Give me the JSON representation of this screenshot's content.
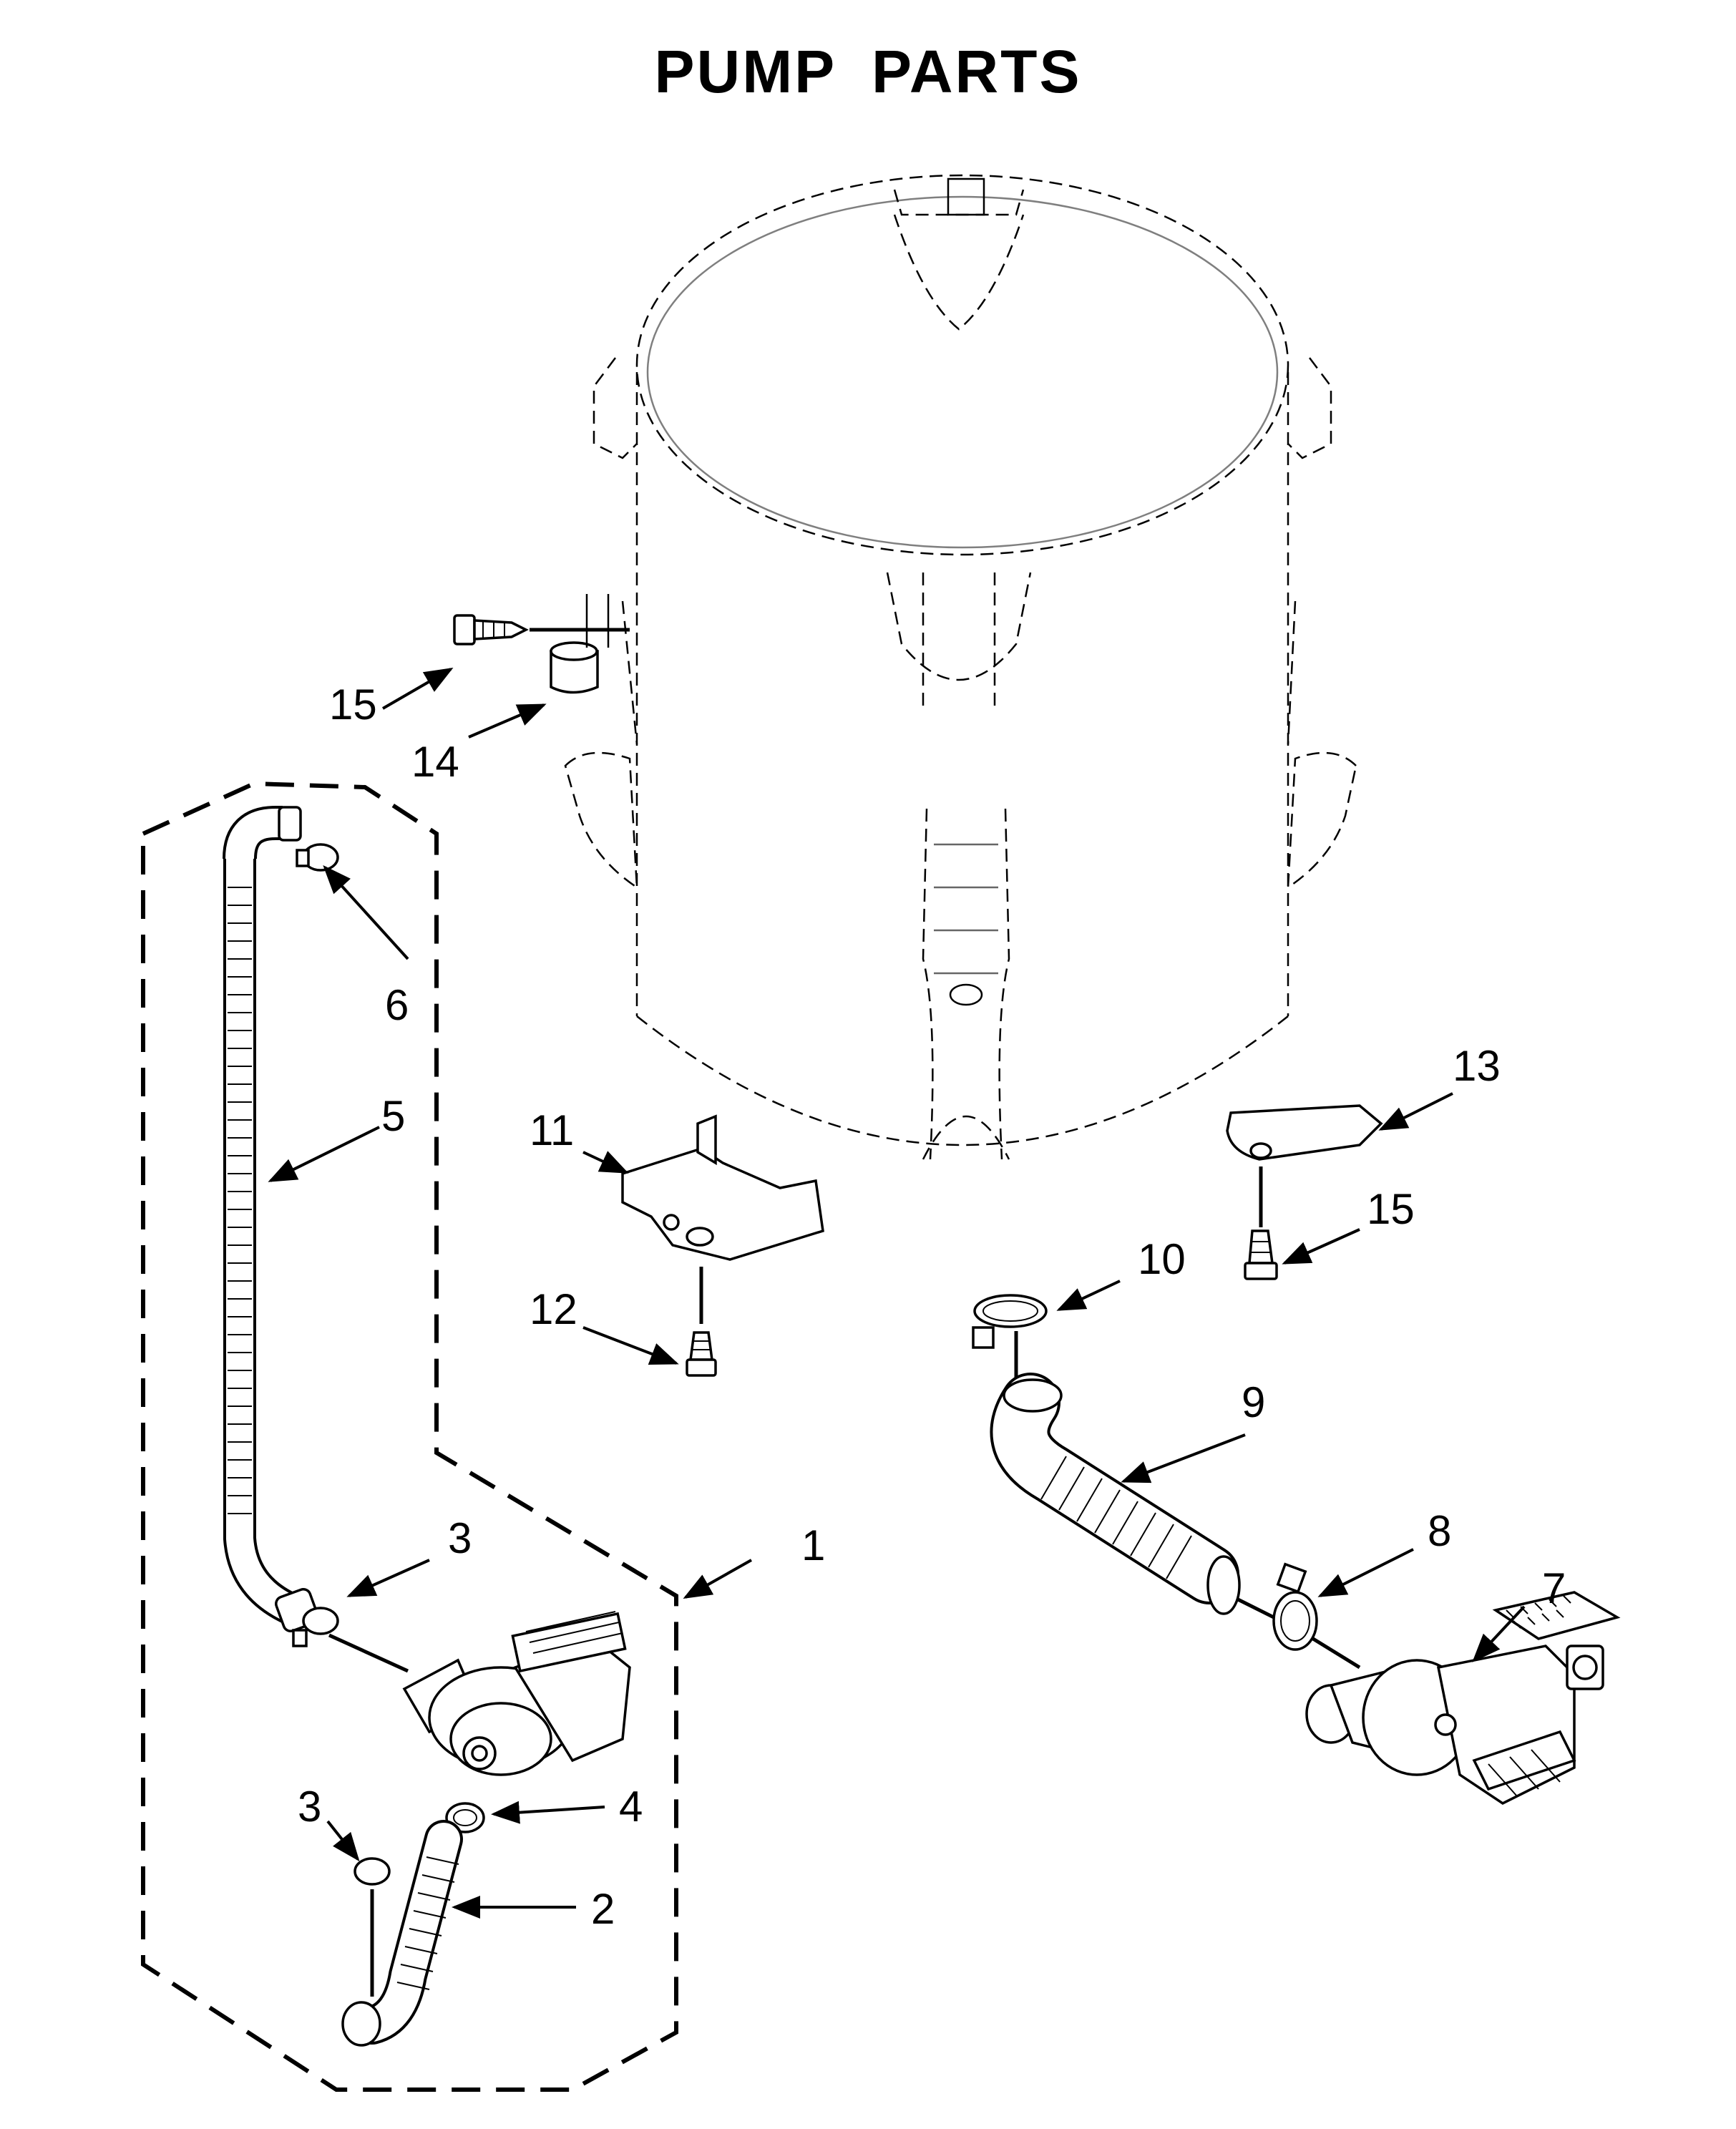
{
  "title": "PUMP PARTS",
  "callouts": {
    "c1": "1",
    "c2": "2",
    "c3a": "3",
    "c3b": "3",
    "c4": "4",
    "c5": "5",
    "c6": "6",
    "c7": "7",
    "c8": "8",
    "c9": "9",
    "c10": "10",
    "c11": "11",
    "c12": "12",
    "c13": "13",
    "c14": "14",
    "c15a": "15",
    "c15b": "15"
  }
}
